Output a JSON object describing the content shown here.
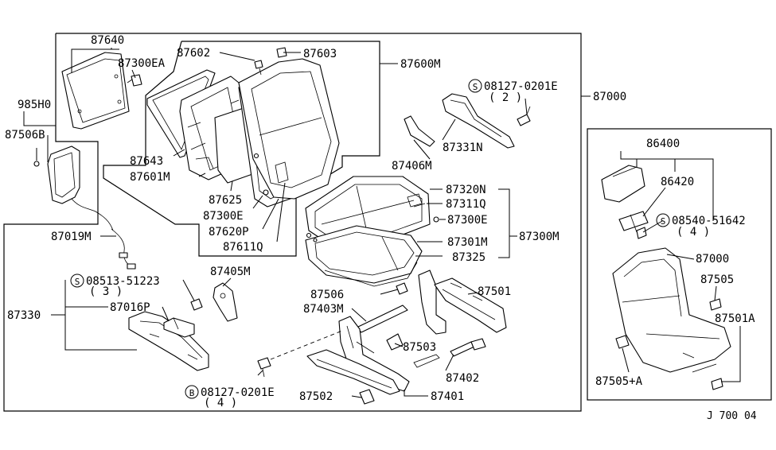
{
  "callouts": {
    "p87640": "87640",
    "p87300EA": "87300EA",
    "p87602": "87602",
    "p87603": "87603",
    "p87600M": "87600M",
    "p08127_0201E_top": "08127-0201E",
    "p08127_0201E_top_qty": "( 2 )",
    "p87000_main": "87000",
    "p985H0": "985H0",
    "p87506B": "87506B",
    "p87643": "87643",
    "p87601M": "87601M",
    "p87625": "87625",
    "p87300E_upper": "87300E",
    "p87620P": "87620P",
    "p87611Q": "87611Q",
    "p87331N": "87331N",
    "p87406M": "87406M",
    "p87320N": "87320N",
    "p87311Q": "87311Q",
    "p87300E_lower": "87300E",
    "p87301M": "87301M",
    "p87325": "87325",
    "p87300M": "87300M",
    "p87019M": "87019M",
    "p08513_51223": "08513-51223",
    "p08513_51223_qty": "( 3 )",
    "p87405M": "87405M",
    "p87330": "87330",
    "p87016P": "87016P",
    "p87506": "87506",
    "p87501": "87501",
    "p87403M": "87403M",
    "p87503": "87503",
    "p87402": "87402",
    "p08127_0201E_bottom": "08127-0201E",
    "p08127_0201E_bottom_qty": "( 4 )",
    "p87502": "87502",
    "p87401": "87401",
    "p86400": "86400",
    "p86420": "86420",
    "p08540_51642": "08540-51642",
    "p08540_51642_qty": "( 4 )",
    "p87000_inset": "87000",
    "p87505": "87505",
    "p87501A": "87501A",
    "p87505A": "87505+A"
  },
  "symbols": {
    "s_circle": "S",
    "b_circle": "B"
  },
  "footer": {
    "code": "J 700 04"
  }
}
